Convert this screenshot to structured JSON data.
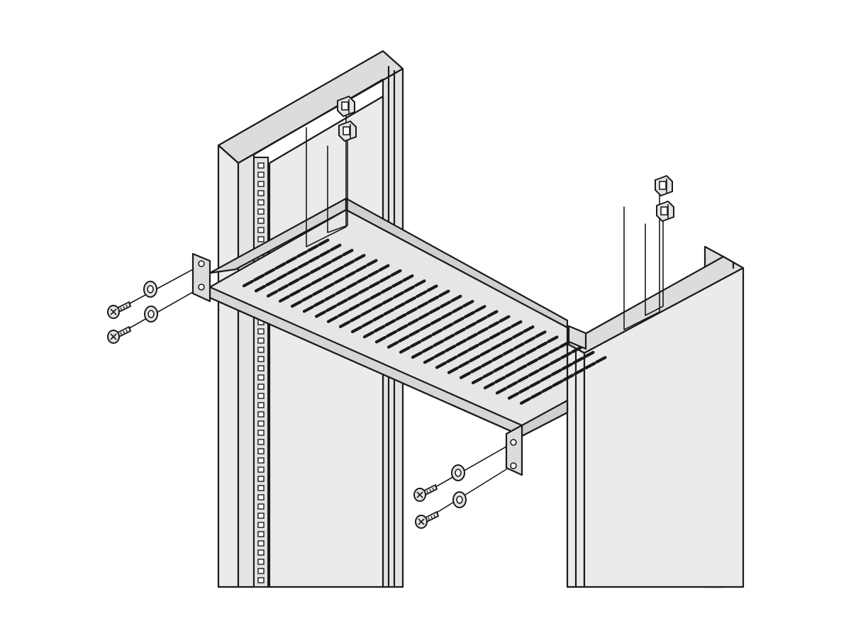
{
  "colors": {
    "background": "#ffffff",
    "panel_light": "#ebebeb",
    "panel_mid": "#dcdcdc",
    "panel_shadow": "#cfcfcf",
    "line": "#1a1a1a"
  },
  "parts": {
    "left_rail": "mounting-rail",
    "right_rail": "mounting-rail",
    "shelf": "ventilated-shelf",
    "cage_nuts": 4,
    "screws": 4,
    "washers": 4
  }
}
